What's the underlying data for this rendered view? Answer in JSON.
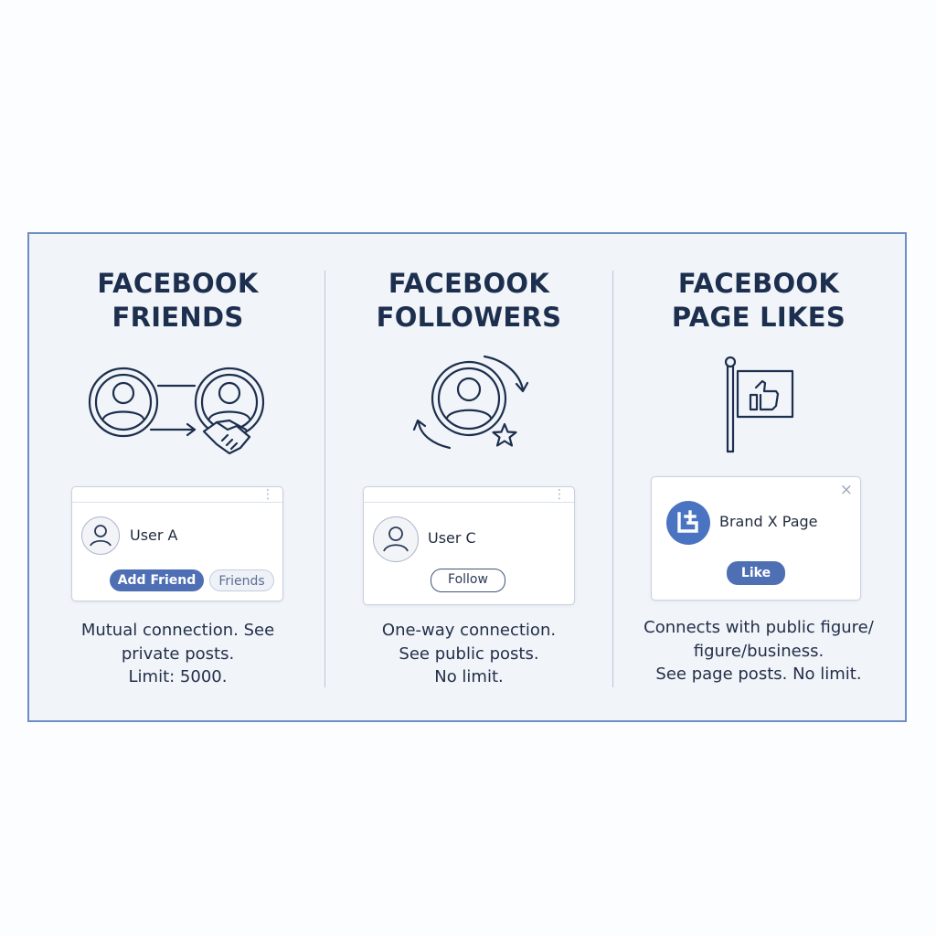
{
  "columns": [
    {
      "title_line1": "FACEBOOK",
      "title_line2": "FRIENDS",
      "card": {
        "user_name": "User A",
        "primary_button": "Add Friend",
        "secondary_button": "Friends"
      },
      "desc_line1": "Mutual connection. See",
      "desc_line2": "private posts.",
      "desc_line3": "Limit: 5000."
    },
    {
      "title_line1": "FACEBOOK",
      "title_line2": "FOLLOWERS",
      "card": {
        "user_name": "User C",
        "button": "Follow"
      },
      "desc_line1": "One-way connection.",
      "desc_line2": "See public posts.",
      "desc_line3": "No limit."
    },
    {
      "title_line1": "FACEBOOK",
      "title_line2": "PAGE LIKES",
      "card": {
        "page_name": "Brand X Page",
        "button": "Like",
        "close_glyph": "×"
      },
      "desc_line1": "Connects with public figure/",
      "desc_line2": "figure/business.",
      "desc_line3": "See page posts. No limit."
    }
  ],
  "icons": {
    "friends_illustration": "two-avatars-handshake-icon",
    "followers_illustration": "avatar-cycle-star-icon",
    "page_likes_illustration": "flag-thumbs-up-icon",
    "kebab": "more-vertical-icon",
    "close": "close-icon"
  },
  "colors": {
    "frame_border": "#6d8ec4",
    "panel_bg": "#f1f4f9",
    "title": "#1d2f4e",
    "primary_button": "#4f6fb5",
    "brand_logo": "#4a74c2"
  }
}
